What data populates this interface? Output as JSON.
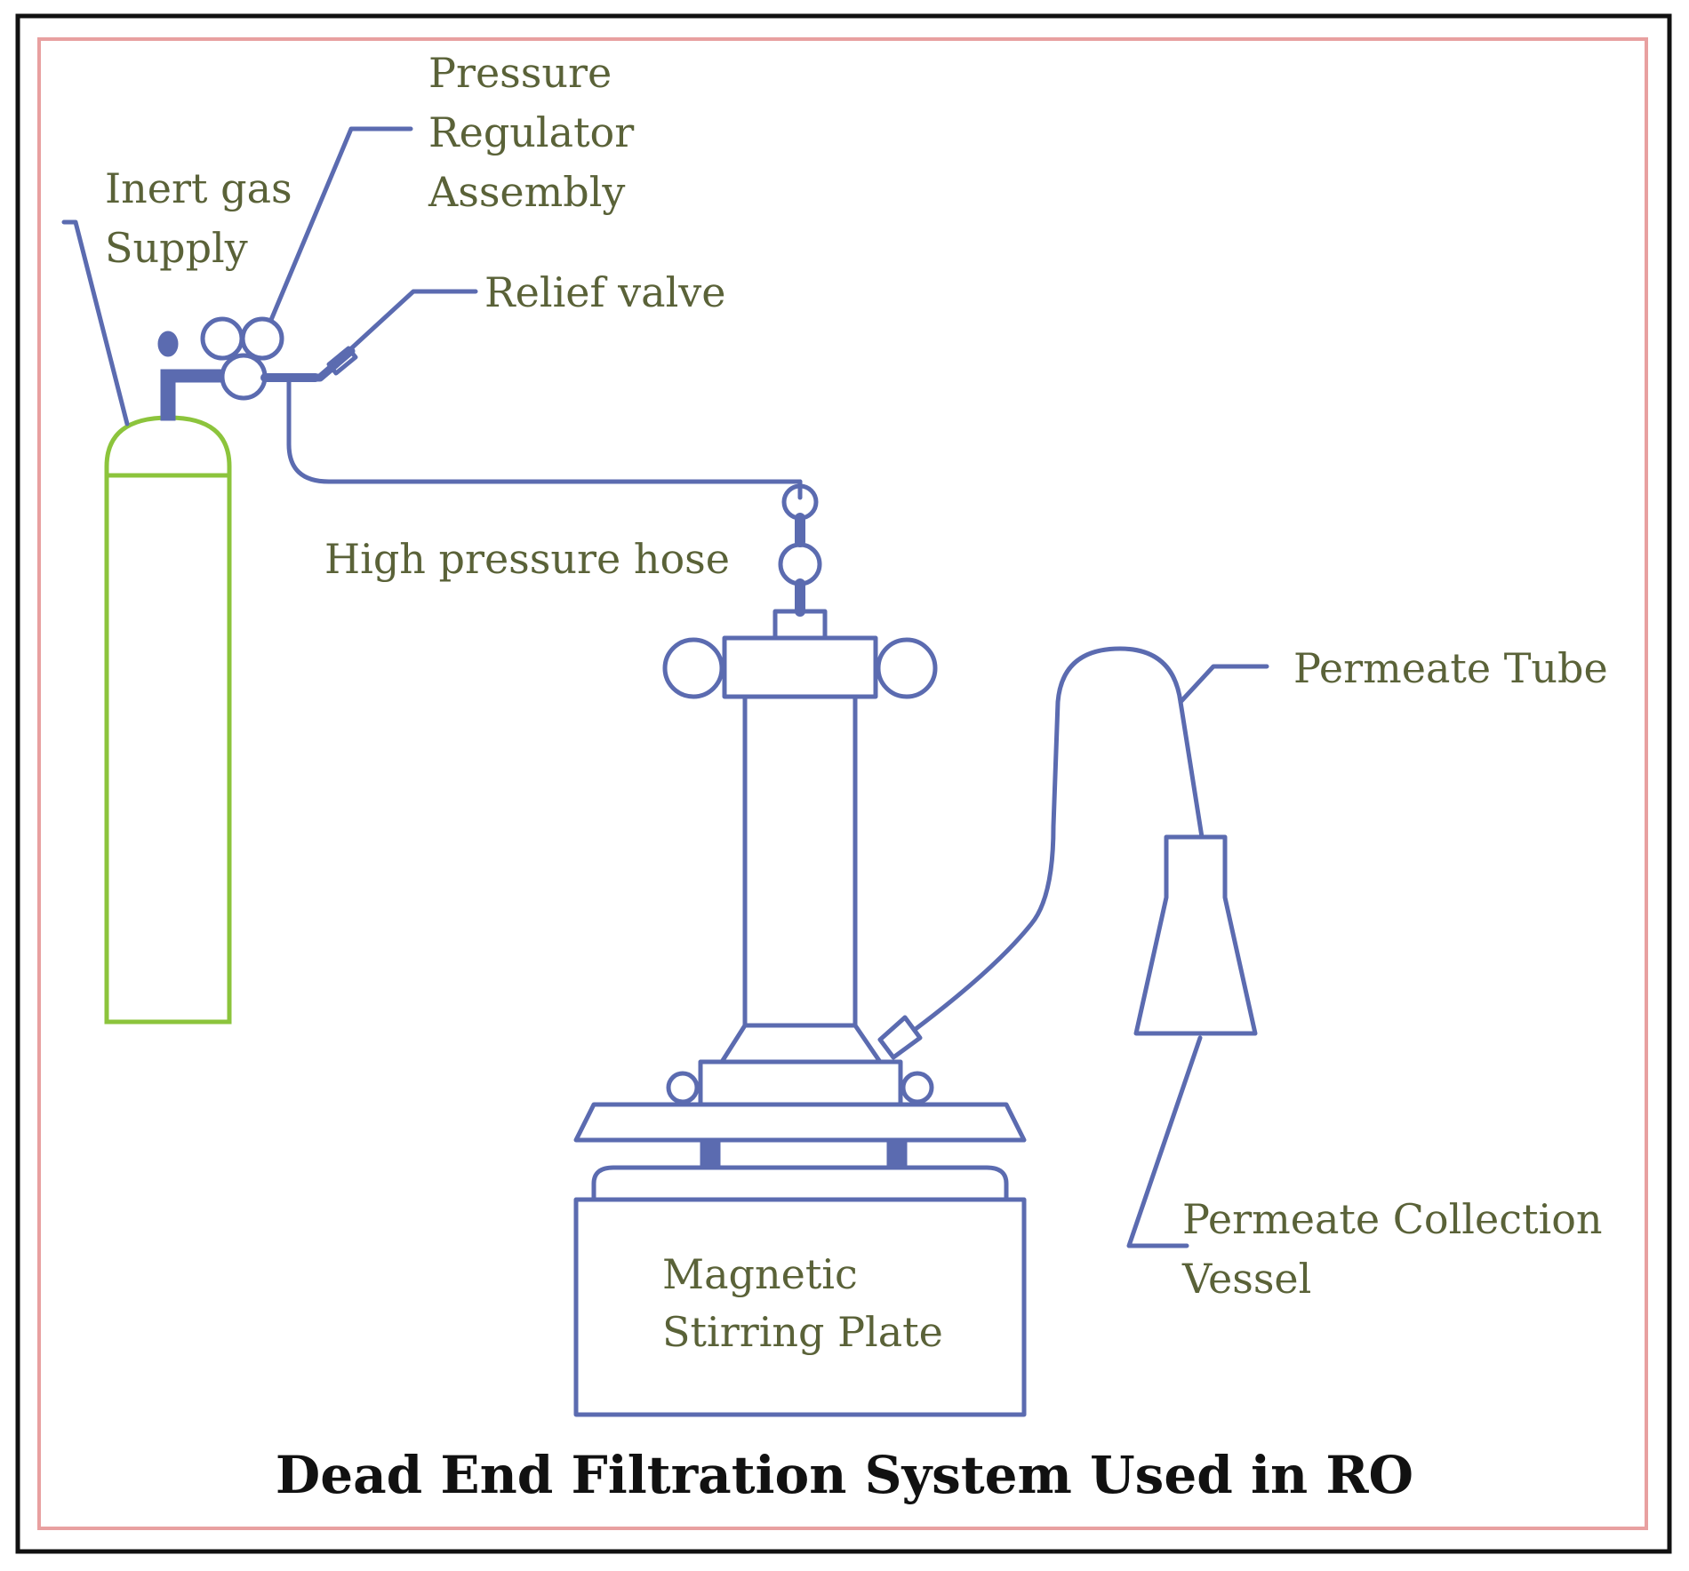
{
  "title": "Dead End Filtration System Used in RO",
  "labels": {
    "pressure_regulator": [
      "Pressure",
      "Regulator",
      "Assembly"
    ],
    "inert_gas": [
      "Inert gas",
      "Supply"
    ],
    "relief_valve": "Relief valve",
    "high_pressure_hose": "High pressure hose",
    "permeate_tube": "Permeate Tube",
    "permeate_vessel": [
      "Permeate Collection",
      "Vessel"
    ],
    "stirring_plate": [
      "Magnetic",
      "Stirring Plate"
    ]
  },
  "colors": {
    "outer_border": "#111111",
    "inner_border": "#e8a0a0",
    "line_blue": "#5b6bb0",
    "cylinder_green": "#8cc43c",
    "label_olive": "#5a6238",
    "title_black": "#111111"
  }
}
